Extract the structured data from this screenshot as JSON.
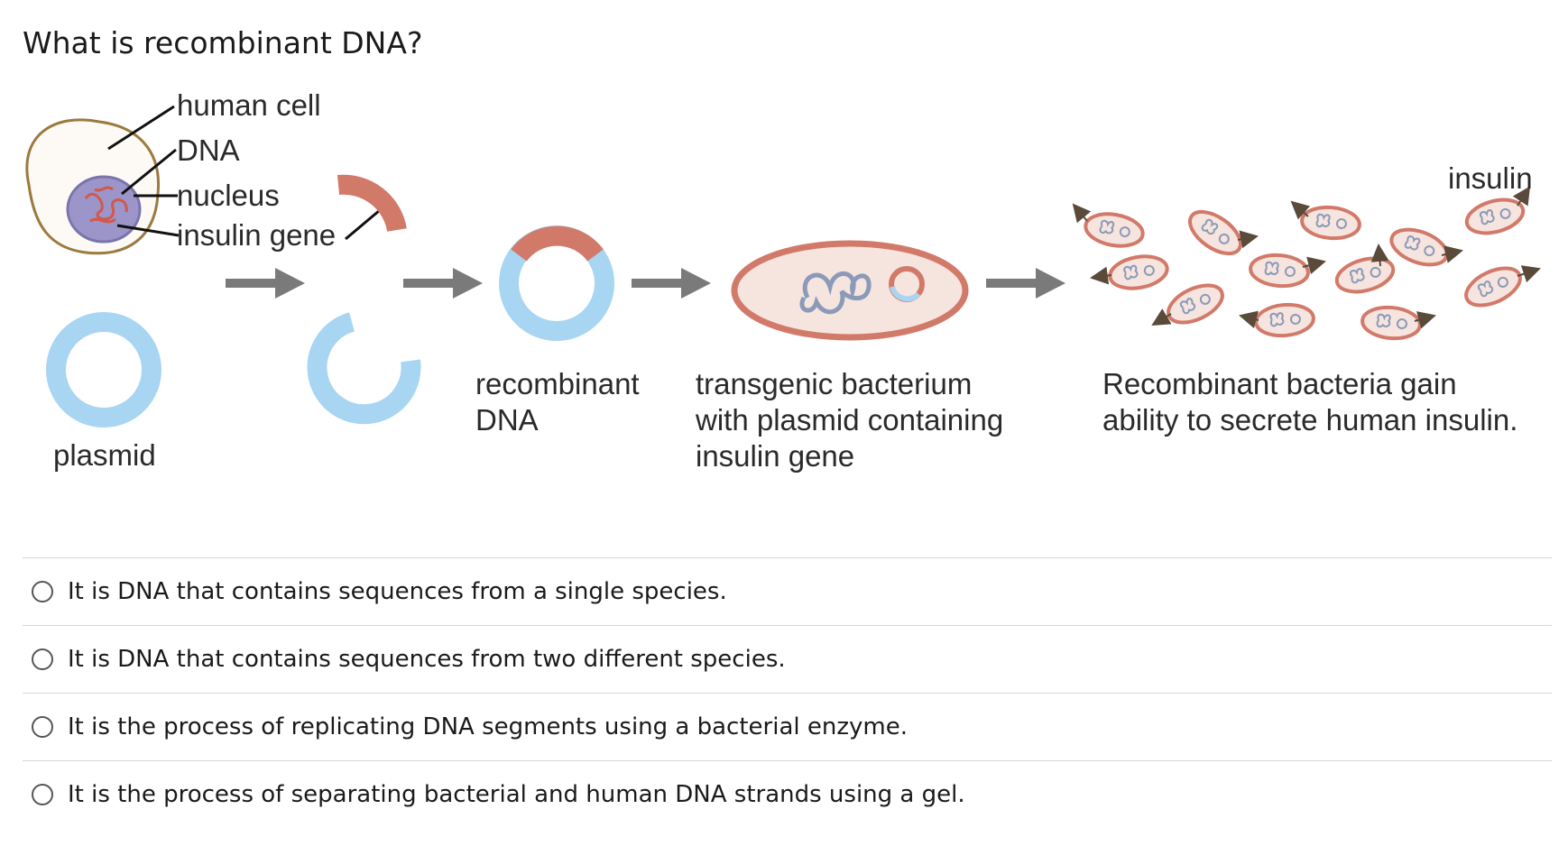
{
  "question": "What is recombinant DNA?",
  "diagram": {
    "labels": {
      "human_cell": "human cell",
      "dna": "DNA",
      "nucleus": "nucleus",
      "insulin_gene": "insulin gene",
      "plasmid": "plasmid",
      "recombinant_dna_line1": "recombinant",
      "recombinant_dna_line2": "DNA",
      "transgenic_line1": "transgenic bacterium",
      "transgenic_line2": "with plasmid containing",
      "transgenic_line3": "insulin gene",
      "insulin": "insulin",
      "result_line1": "Recombinant bacteria gain",
      "result_line2": "ability to secrete human insulin."
    },
    "colors": {
      "plasmid": "#a8d5f2",
      "gene": "#d27a6a",
      "arrow": "#7a7a7a",
      "cell_border": "#9b7a3e",
      "nucleus": "#9c95c9"
    }
  },
  "options": [
    {
      "label": "It is DNA that contains sequences from a single species.",
      "selected": false
    },
    {
      "label": "It is DNA that contains sequences from two different species.",
      "selected": false
    },
    {
      "label": "It is the process of replicating DNA segments using a bacterial enzyme.",
      "selected": false
    },
    {
      "label": "It is the process of separating bacterial and human DNA strands using a gel.",
      "selected": false
    }
  ]
}
